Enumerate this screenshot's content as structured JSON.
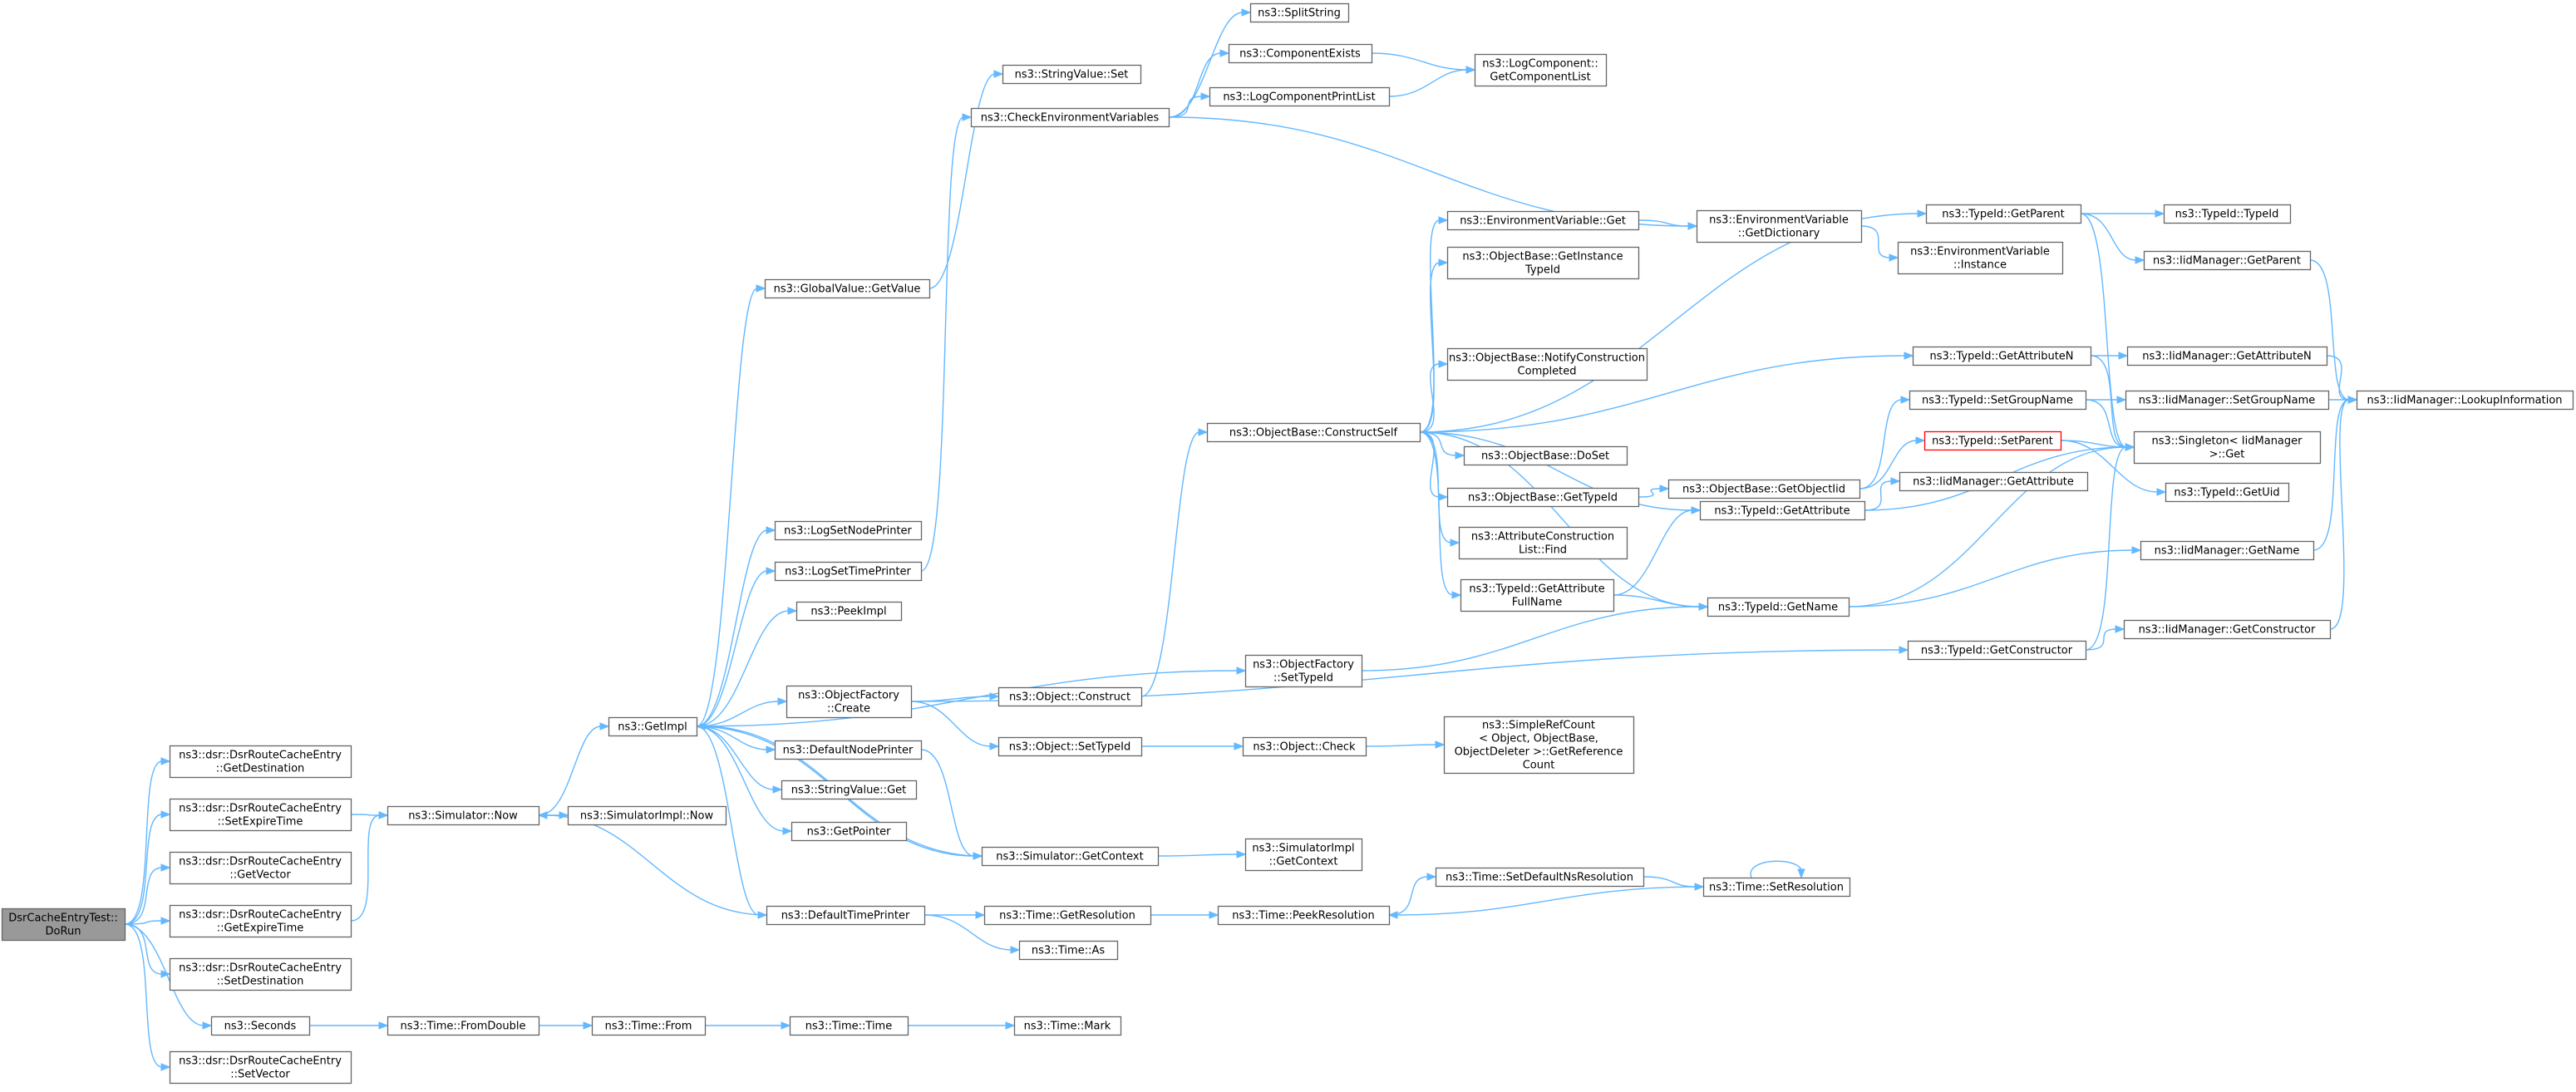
{
  "diagram": {
    "title": "",
    "colors": {
      "edge": "#63b8ff",
      "node_border": "#666666",
      "root_fill": "#999999",
      "highlight_border": "#ff0000"
    },
    "nodes": [
      {
        "id": "root",
        "lines": [
          "DsrCacheEntryTest::",
          "DoRun"
        ],
        "style": "root"
      },
      {
        "id": "GetDestination",
        "lines": [
          "ns3::dsr::DsrRouteCacheEntry",
          "::GetDestination"
        ]
      },
      {
        "id": "SetExpireTime",
        "lines": [
          "ns3::dsr::DsrRouteCacheEntry",
          "::SetExpireTime"
        ]
      },
      {
        "id": "GetVector",
        "lines": [
          "ns3::dsr::DsrRouteCacheEntry",
          "::GetVector"
        ]
      },
      {
        "id": "GetExpireTime",
        "lines": [
          "ns3::dsr::DsrRouteCacheEntry",
          "::GetExpireTime"
        ]
      },
      {
        "id": "SetDestination",
        "lines": [
          "ns3::dsr::DsrRouteCacheEntry",
          "::SetDestination"
        ]
      },
      {
        "id": "Seconds",
        "lines": [
          "ns3::Seconds"
        ]
      },
      {
        "id": "SetVector",
        "lines": [
          "ns3::dsr::DsrRouteCacheEntry",
          "::SetVector"
        ]
      },
      {
        "id": "SimNow",
        "lines": [
          "ns3::Simulator::Now"
        ]
      },
      {
        "id": "FromDouble",
        "lines": [
          "ns3::Time::FromDouble"
        ]
      },
      {
        "id": "GetImpl",
        "lines": [
          "ns3::GetImpl"
        ]
      },
      {
        "id": "SimImplNow",
        "lines": [
          "ns3::SimulatorImpl::Now"
        ]
      },
      {
        "id": "TimeFrom",
        "lines": [
          "ns3::Time::From"
        ]
      },
      {
        "id": "GVGetValue",
        "lines": [
          "ns3::GlobalValue::GetValue"
        ]
      },
      {
        "id": "LogSetNodePrinter",
        "lines": [
          "ns3::LogSetNodePrinter"
        ]
      },
      {
        "id": "LogSetTimePrinter",
        "lines": [
          "ns3::LogSetTimePrinter"
        ]
      },
      {
        "id": "PeekImpl",
        "lines": [
          "ns3::PeekImpl"
        ]
      },
      {
        "id": "OFCreate",
        "lines": [
          "ns3::ObjectFactory",
          "::Create"
        ]
      },
      {
        "id": "DefaultNodePrinter",
        "lines": [
          "ns3::DefaultNodePrinter"
        ]
      },
      {
        "id": "StringValueGet",
        "lines": [
          "ns3::StringValue::Get"
        ]
      },
      {
        "id": "GetPointer",
        "lines": [
          "ns3::GetPointer"
        ]
      },
      {
        "id": "DefaultTimePrinter",
        "lines": [
          "ns3::DefaultTimePrinter"
        ]
      },
      {
        "id": "TimeTime",
        "lines": [
          "ns3::Time::Time"
        ]
      },
      {
        "id": "StringValueSet",
        "lines": [
          "ns3::StringValue::Set"
        ]
      },
      {
        "id": "CheckEnv",
        "lines": [
          "ns3::CheckEnvironmentVariables"
        ]
      },
      {
        "id": "ObjectConstruct",
        "lines": [
          "ns3::Object::Construct"
        ]
      },
      {
        "id": "ObjectSetTypeId",
        "lines": [
          "ns3::Object::SetTypeId"
        ]
      },
      {
        "id": "SimGetContext",
        "lines": [
          "ns3::Simulator::GetContext"
        ]
      },
      {
        "id": "GetResolution",
        "lines": [
          "ns3::Time::GetResolution"
        ]
      },
      {
        "id": "TimeAs",
        "lines": [
          "ns3::Time::As"
        ]
      },
      {
        "id": "TimeMark",
        "lines": [
          "ns3::Time::Mark"
        ]
      },
      {
        "id": "SplitString",
        "lines": [
          "ns3::SplitString"
        ]
      },
      {
        "id": "ComponentExists",
        "lines": [
          "ns3::ComponentExists"
        ]
      },
      {
        "id": "LogComponentPrintList",
        "lines": [
          "ns3::LogComponentPrintList"
        ]
      },
      {
        "id": "ConstructSelf",
        "lines": [
          "ns3::ObjectBase::ConstructSelf"
        ]
      },
      {
        "id": "OFSetTypeId",
        "lines": [
          "ns3::ObjectFactory",
          "::SetTypeId"
        ]
      },
      {
        "id": "ObjectCheck",
        "lines": [
          "ns3::Object::Check"
        ]
      },
      {
        "id": "SimImplGetContext",
        "lines": [
          "ns3::SimulatorImpl",
          "::GetContext"
        ]
      },
      {
        "id": "PeekResolution",
        "lines": [
          "ns3::Time::PeekResolution"
        ]
      },
      {
        "id": "GetComponentList",
        "lines": [
          "ns3::LogComponent::",
          "GetComponentList"
        ]
      },
      {
        "id": "EnvGet",
        "lines": [
          "ns3::EnvironmentVariable::Get"
        ]
      },
      {
        "id": "GetInstanceTypeId",
        "lines": [
          "ns3::ObjectBase::GetInstance",
          "TypeId"
        ]
      },
      {
        "id": "NotifyConstruction",
        "lines": [
          "ns3::ObjectBase::NotifyConstruction",
          "Completed"
        ]
      },
      {
        "id": "DoSet",
        "lines": [
          "ns3::ObjectBase::DoSet"
        ]
      },
      {
        "id": "OBGetTypeId",
        "lines": [
          "ns3::ObjectBase::GetTypeId"
        ]
      },
      {
        "id": "ACLFind",
        "lines": [
          "ns3::AttributeConstruction",
          "List::Find"
        ]
      },
      {
        "id": "GetAttributeFullName",
        "lines": [
          "ns3::TypeId::GetAttribute",
          "FullName"
        ]
      },
      {
        "id": "SimpleRefCount",
        "lines": [
          "ns3::SimpleRefCount",
          "< Object, ObjectBase,",
          "ObjectDeleter >::GetReference",
          "Count"
        ]
      },
      {
        "id": "SetDefaultNsResolution",
        "lines": [
          "ns3::Time::SetDefaultNsResolution"
        ]
      },
      {
        "id": "EnvGetDictionary",
        "lines": [
          "ns3::EnvironmentVariable",
          "::GetDictionary"
        ]
      },
      {
        "id": "GetObjectIid",
        "lines": [
          "ns3::ObjectBase::GetObjectIid"
        ]
      },
      {
        "id": "TypeIdGetAttribute",
        "lines": [
          "ns3::TypeId::GetAttribute"
        ]
      },
      {
        "id": "TypeIdGetName",
        "lines": [
          "ns3::TypeId::GetName"
        ]
      },
      {
        "id": "SetResolution",
        "lines": [
          "ns3::Time::SetResolution"
        ]
      },
      {
        "id": "TypeIdGetParent",
        "lines": [
          "ns3::TypeId::GetParent"
        ]
      },
      {
        "id": "EnvInstance",
        "lines": [
          "ns3::EnvironmentVariable",
          "::Instance"
        ]
      },
      {
        "id": "GetAttributeN",
        "lines": [
          "ns3::TypeId::GetAttributeN"
        ]
      },
      {
        "id": "SetGroupName",
        "lines": [
          "ns3::TypeId::SetGroupName"
        ]
      },
      {
        "id": "SetParent",
        "lines": [
          "ns3::TypeId::SetParent"
        ],
        "style": "highlight"
      },
      {
        "id": "IidGetAttribute",
        "lines": [
          "ns3::IidManager::GetAttribute"
        ]
      },
      {
        "id": "TypeIdGetConstructor",
        "lines": [
          "ns3::TypeId::GetConstructor"
        ]
      },
      {
        "id": "TypeIdTypeId",
        "lines": [
          "ns3::TypeId::TypeId"
        ]
      },
      {
        "id": "IidGetParent",
        "lines": [
          "ns3::IidManager::GetParent"
        ]
      },
      {
        "id": "IidGetAttributeN",
        "lines": [
          "ns3::IidManager::GetAttributeN"
        ]
      },
      {
        "id": "IidSetGroupName",
        "lines": [
          "ns3::IidManager::SetGroupName"
        ]
      },
      {
        "id": "SingletonGet",
        "lines": [
          "ns3::Singleton< IidManager",
          ">::Get"
        ]
      },
      {
        "id": "GetUid",
        "lines": [
          "ns3::TypeId::GetUid"
        ]
      },
      {
        "id": "IidGetName",
        "lines": [
          "ns3::IidManager::GetName"
        ]
      },
      {
        "id": "IidGetConstructor",
        "lines": [
          "ns3::IidManager::GetConstructor"
        ]
      },
      {
        "id": "LookupInformation",
        "lines": [
          "ns3::IidManager::LookupInformation"
        ]
      }
    ]
  }
}
